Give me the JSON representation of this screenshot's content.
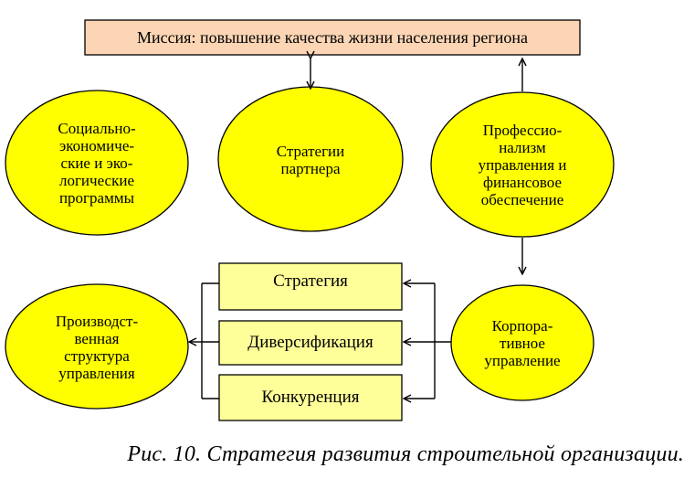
{
  "mission": "Миссия: повышение качества жизни населения региона",
  "nodes": {
    "social": "Социально-\nэкономиче-\nские и эко-\nлогические\nпрограммы",
    "partner": "Стратегии\nпартнера",
    "professionalism": "Профессио-\nнализм\nуправления и\nфинансовое\nобеспечение",
    "corporate": "Корпора-\nтивное\nуправление",
    "production": "Производст-\nвенная\nструктура\nуправления"
  },
  "boxes": {
    "strategy": "Стратегия",
    "diversification": "Диверсификация",
    "competition": "Конкуренция"
  },
  "caption": "Рис. 10. Стратегия развития строительной организации.",
  "colors": {
    "mission_fill": "#fcd5b4",
    "ellipse_fill": "#ffff00",
    "box_fill": "#ffff99",
    "stroke": "#000000"
  }
}
